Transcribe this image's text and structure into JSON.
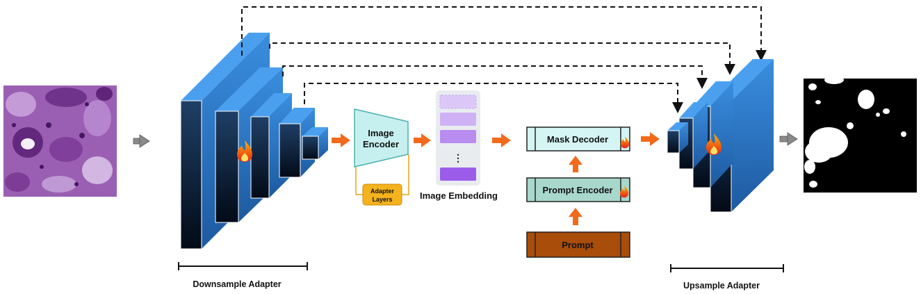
{
  "labels": {
    "image_encoder_line1": "Image",
    "image_encoder_line2": "Encoder",
    "adapter_line1": "Adapter",
    "adapter_line2": "Layers",
    "image_embedding": "Image Embedding",
    "embedding_dots": "⋮",
    "mask_decoder": "Mask Decoder",
    "prompt_encoder": "Prompt Encoder",
    "prompt": "Prompt",
    "downsample_adapter": "Downsample Adapter",
    "upsample_adapter": "Upsample Adapter"
  },
  "icons": {
    "trainable": "fire-icon",
    "flow_arrow": "orange-arrow-icon",
    "io_arrow": "gray-arrow-icon"
  },
  "colors": {
    "block_front_top": "#1f3f66",
    "block_front_bottom": "#020a16",
    "block_side": "#2f7fd2",
    "arrow_orange": "#f26b1d",
    "encoder_fill": "#c6f0ef",
    "embedding_fill": "#b98cf0",
    "mask_decoder_fill": "#d5f4f4",
    "prompt_encoder_fill": "#a8d7cc",
    "prompt_fill": "#a84d0a",
    "adapter_fill": "#f4b31c",
    "skip_line": "#111111"
  }
}
